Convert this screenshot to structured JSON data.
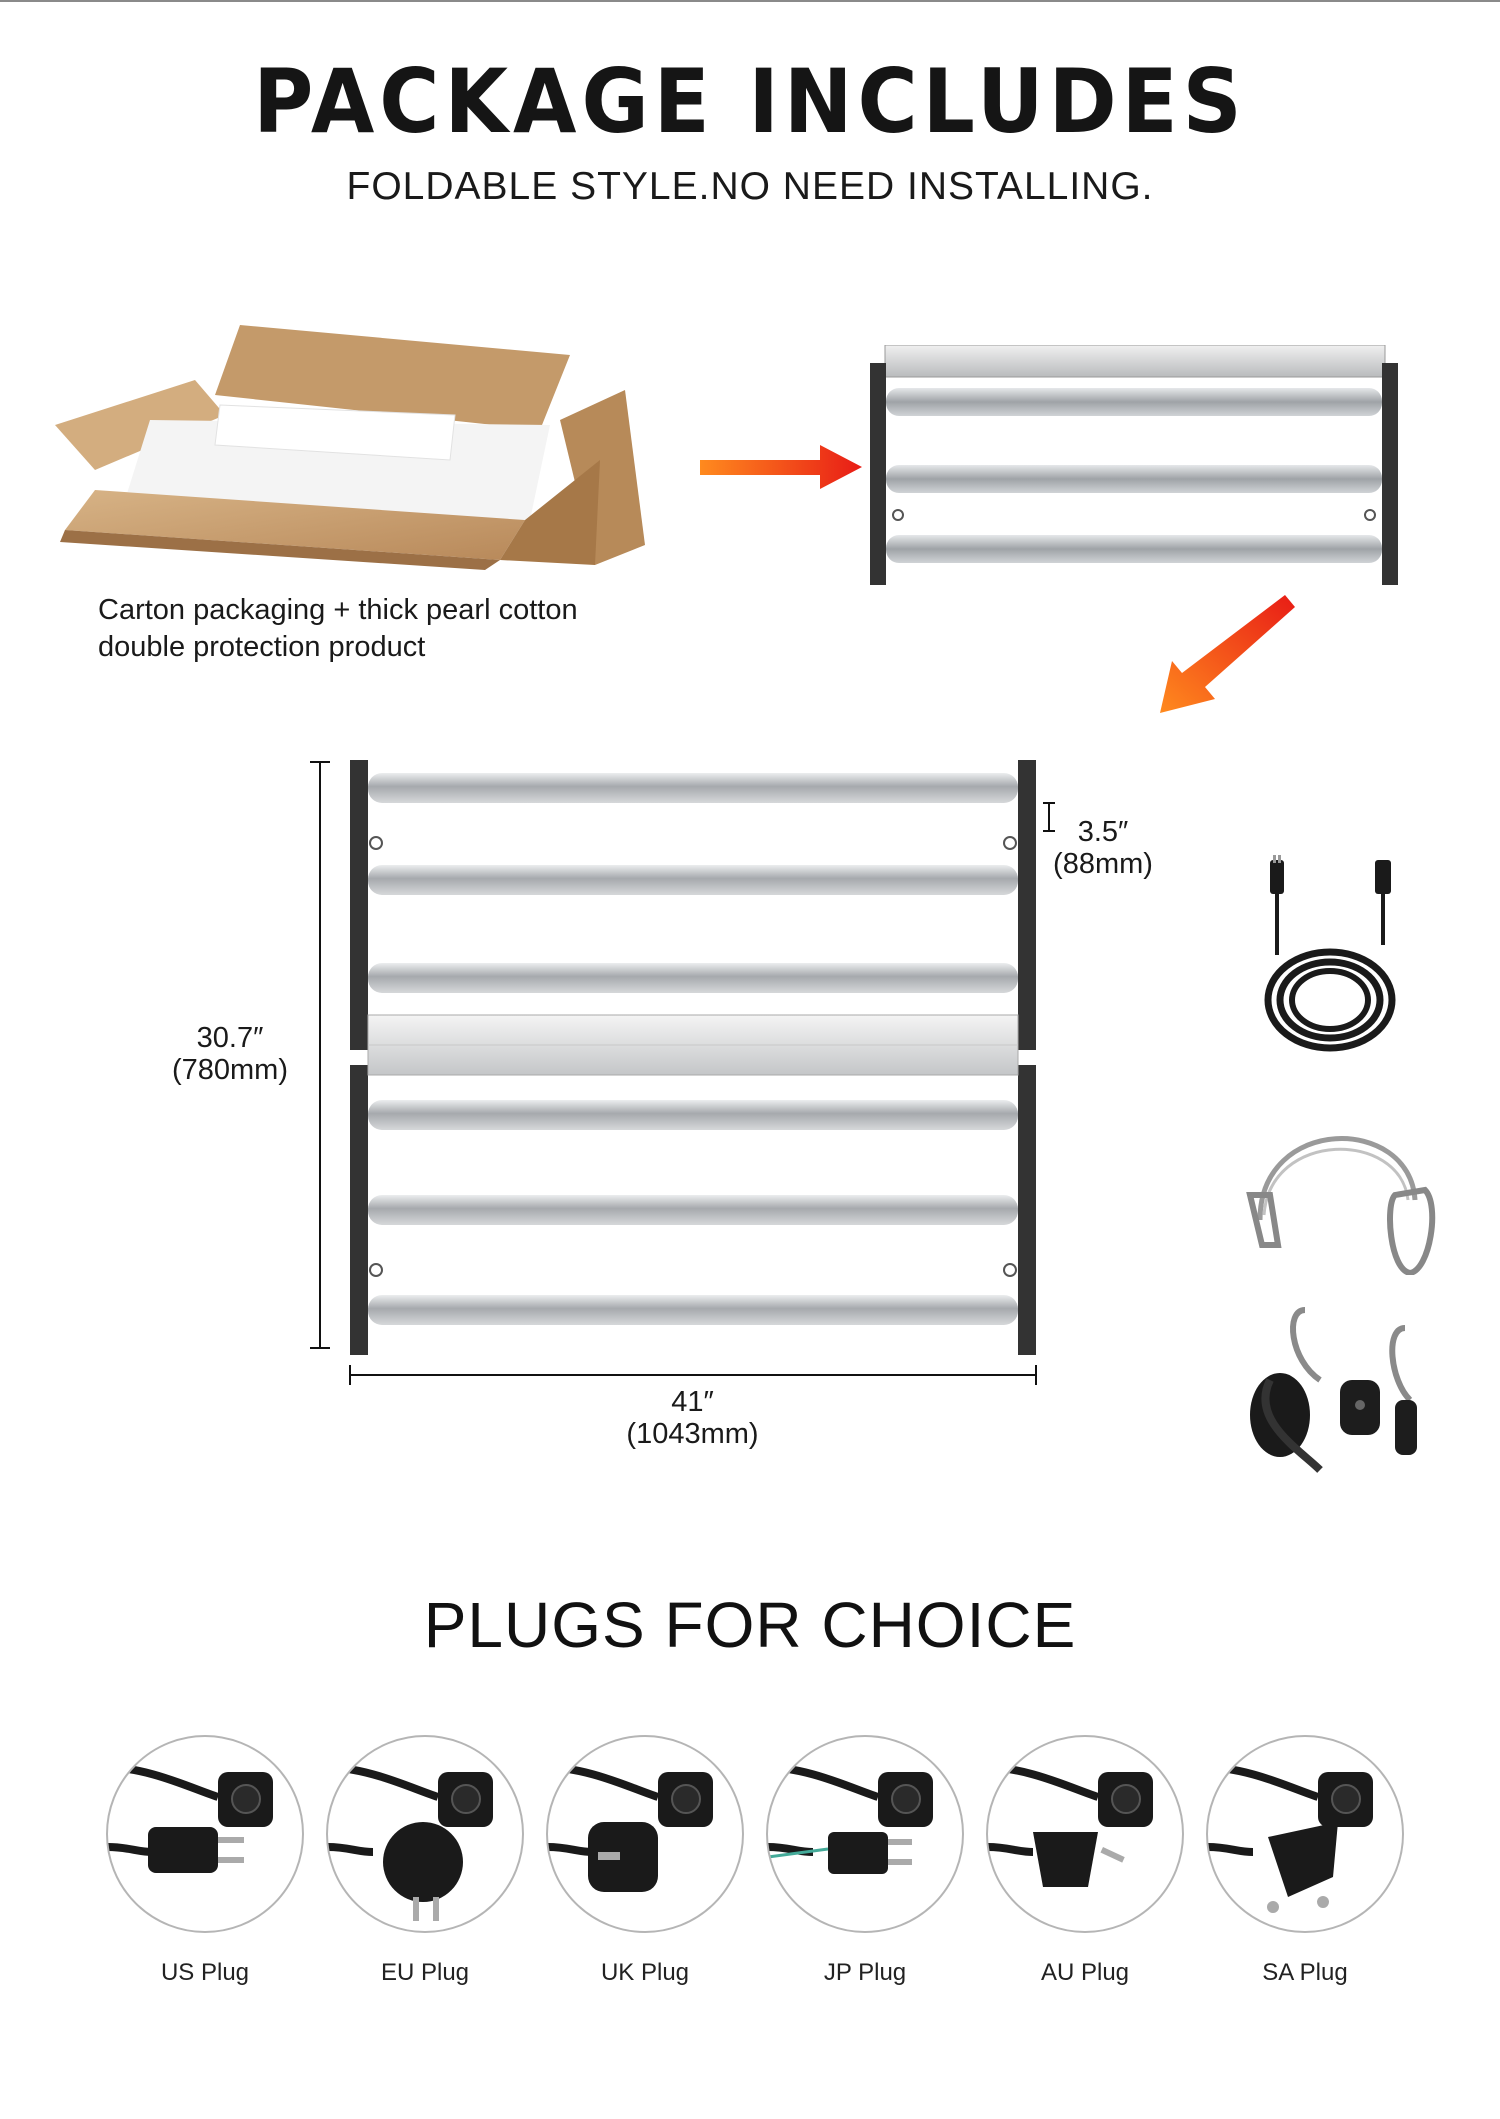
{
  "header": {
    "title": "PACKAGE INCLUDES",
    "subtitle": "FOLDABLE STYLE.NO NEED INSTALLING."
  },
  "packaging": {
    "caption_line1": "Carton packaging + thick pearl cotton",
    "caption_line2": "double protection product"
  },
  "dimensions": {
    "height_in": "30.7″",
    "height_mm": "(780mm)",
    "width_in": "41″",
    "width_mm": "(1043mm)",
    "bar_gap_in": "3.5″",
    "bar_gap_mm": "(88mm)"
  },
  "accessories": [
    {
      "icon": "power-cord-icon"
    },
    {
      "icon": "safety-rope-icon"
    },
    {
      "icon": "rope-hanger-icon"
    }
  ],
  "plugs_section": {
    "title": "PLUGS FOR CHOICE",
    "plugs": [
      {
        "label": "US Plug",
        "icon": "us-plug-icon"
      },
      {
        "label": "EU Plug",
        "icon": "eu-plug-icon"
      },
      {
        "label": "UK Plug",
        "icon": "uk-plug-icon"
      },
      {
        "label": "JP Plug",
        "icon": "jp-plug-icon"
      },
      {
        "label": "AU Plug",
        "icon": "au-plug-icon"
      },
      {
        "label": "SA Plug",
        "icon": "sa-plug-icon"
      }
    ]
  },
  "colors": {
    "arrow_start": "#ff8a1e",
    "arrow_end": "#e81c16",
    "frame": "#333333",
    "bar": "#b9bcbf",
    "carton": "#c79e6e"
  }
}
